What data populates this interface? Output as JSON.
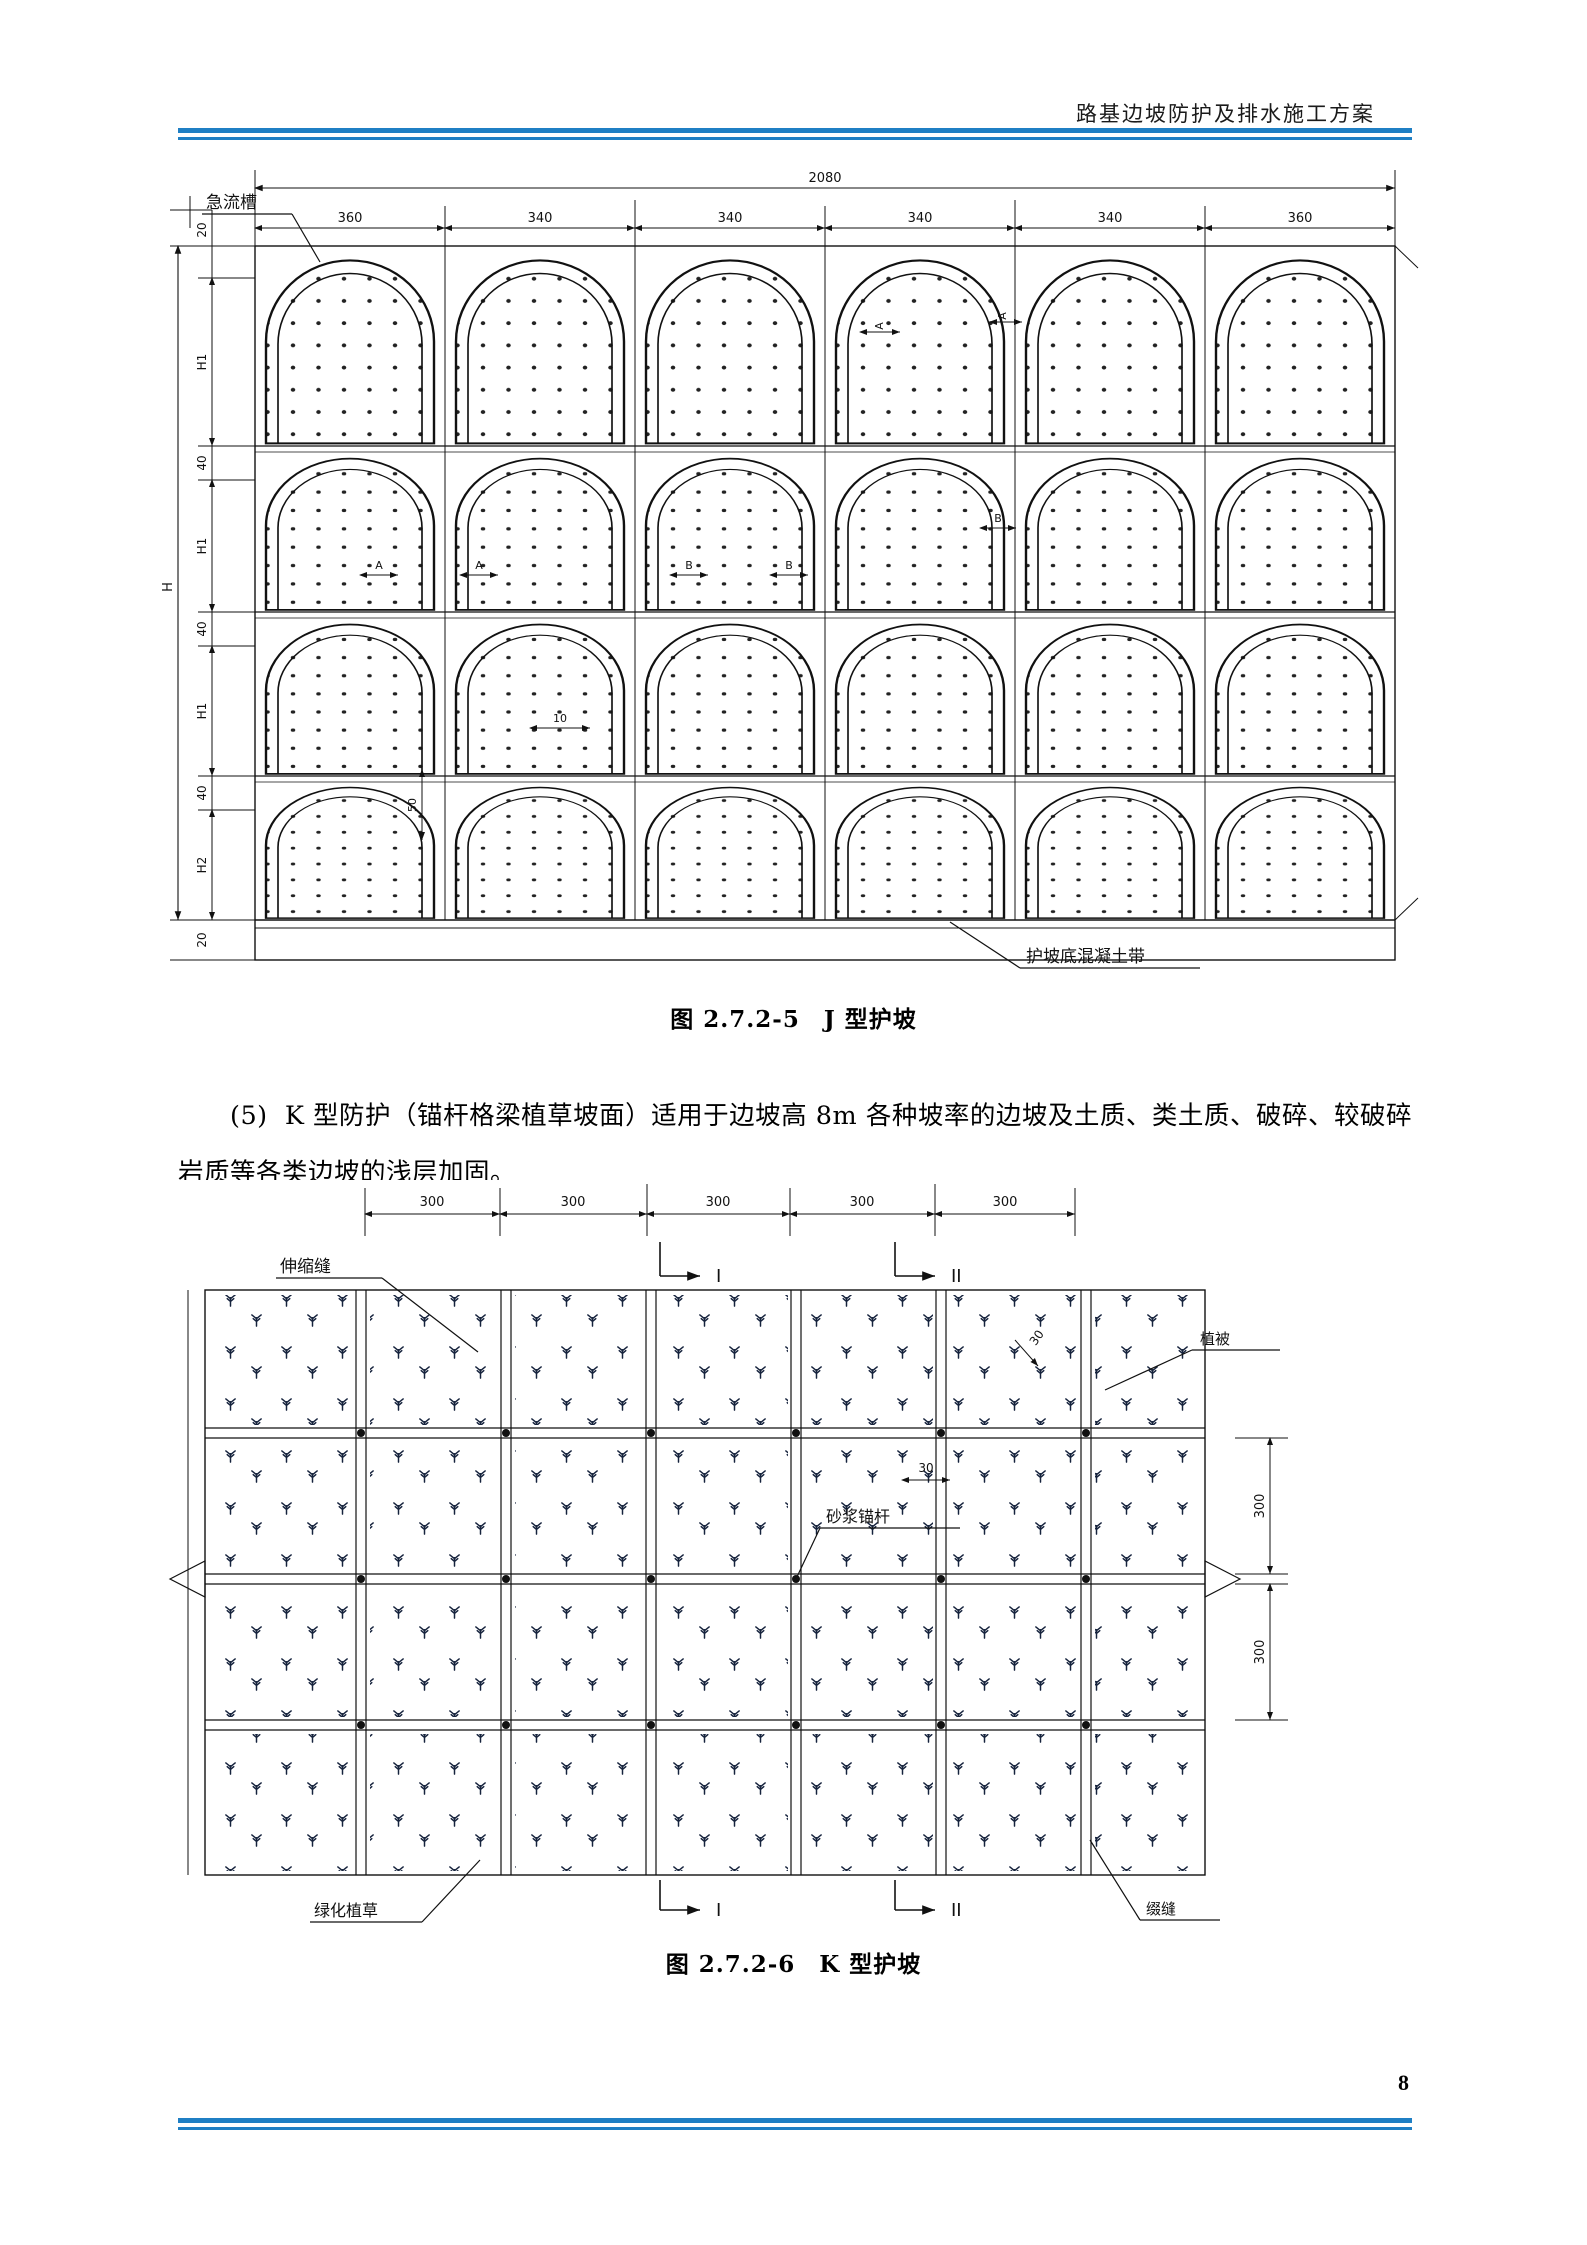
{
  "header": {
    "title": "路基边坡防护及排水施工方案"
  },
  "footer": {
    "page_number": "8"
  },
  "figure1": {
    "caption": "图 2.7.2-5　J 型护坡",
    "total_width": "2080",
    "top_dims": [
      "360",
      "340",
      "340",
      "340",
      "340",
      "360"
    ],
    "left_dims": [
      "20",
      "H1",
      "40",
      "H1",
      "40",
      "H1",
      "40",
      "H2",
      "20"
    ],
    "overall_height_label": "H",
    "labels": {
      "chute": "急流槽",
      "bottom_band": "护坡底混凝土带",
      "section_a": "A",
      "section_b": "B",
      "thickness_10": "10",
      "thickness_50": "50"
    }
  },
  "body": {
    "item_number": "(5)",
    "text": "K 型防护（锚杆格梁植草坡面）适用于边坡高 8m 各种坡率的边坡及土质、类土质、破碎、较破碎岩质等各类边坡的浅层加固。"
  },
  "figure2": {
    "caption": "图 2.7.2-6　K 型护坡",
    "top_dims": [
      "300",
      "300",
      "300",
      "300",
      "300"
    ],
    "right_dims": [
      "300",
      "300"
    ],
    "section_marks": [
      "I",
      "II"
    ],
    "labels": {
      "expansion_joint": "伸缩缝",
      "vegetation": "植被",
      "mortar_anchor": "砂浆锚杆",
      "green_grass": "绿化植草",
      "joint": "缀缝",
      "dim_30_a": "30",
      "dim_30_b": "30"
    }
  }
}
